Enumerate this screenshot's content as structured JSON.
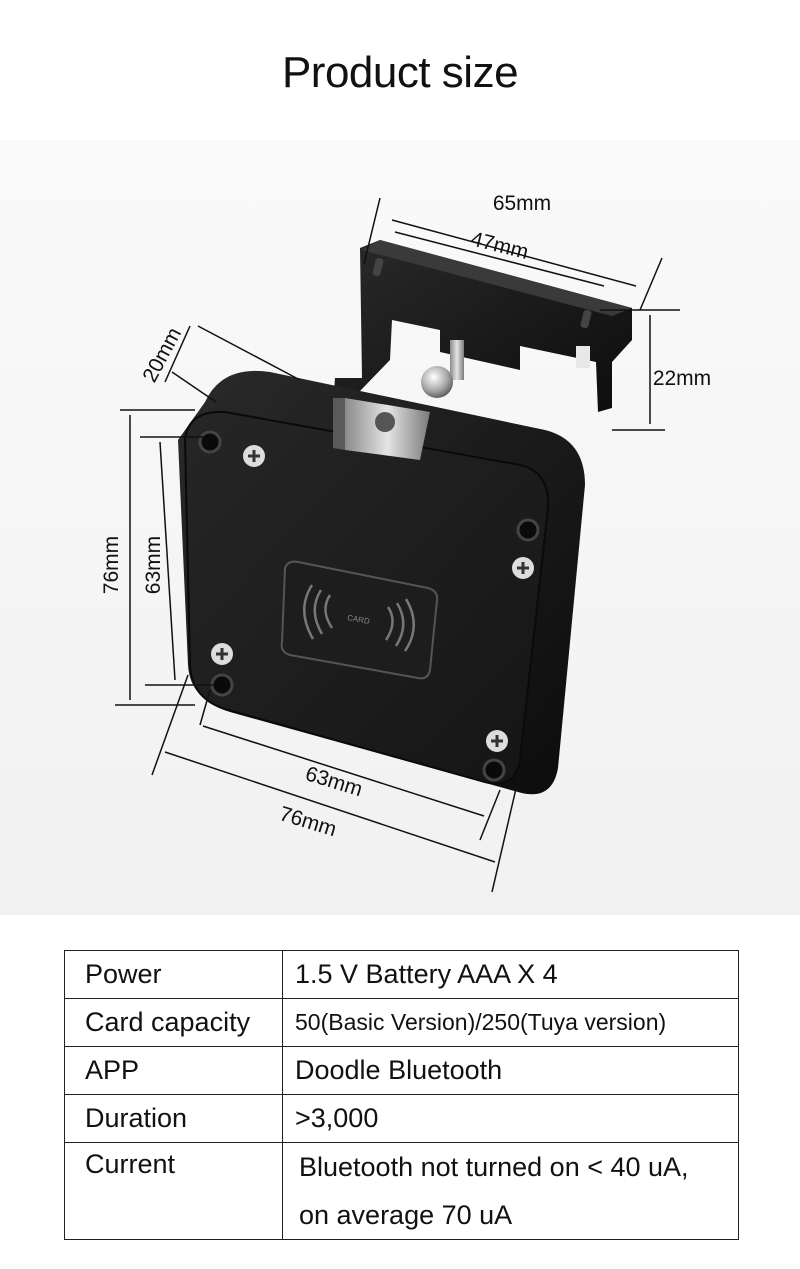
{
  "title": "Product size",
  "dimensions": {
    "bracket_width": "65mm",
    "bracket_hole_spacing": "47mm",
    "bracket_height": "22mm",
    "lock_thickness": "20mm",
    "lock_height_outer": "76mm",
    "lock_height_holes": "63mm",
    "lock_width_holes": "63mm",
    "lock_width_outer": "76mm"
  },
  "card_label": "CARD",
  "specs": [
    {
      "label": "Power",
      "value": "1.5 V Battery AAA X 4"
    },
    {
      "label": "Card capacity",
      "value": "50(Basic Version)/250(Tuya version)"
    },
    {
      "label": "APP",
      "value": "Doodle Bluetooth"
    },
    {
      "label": "Duration",
      "value": ">3,000"
    },
    {
      "label": "Current",
      "value_line1": "Bluetooth not turned on < 40 uA,",
      "value_line2": "on average 70 uA"
    }
  ],
  "colors": {
    "body": "#1a1a1a",
    "background": "#f4f4f4"
  }
}
